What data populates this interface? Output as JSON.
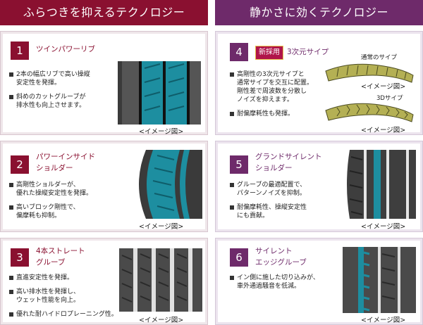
{
  "headers": {
    "left": "ふらつきを抑えるテクノロジー",
    "right": "静かさに効くテクノロジー"
  },
  "cards": [
    {
      "number": "1",
      "title_lines": [
        "ツインパワーリブ"
      ],
      "bullets": [
        [
          "2本の幅広リブで高い操縦",
          "安定性を発揮。"
        ],
        [
          "斜めのカットグルーブが",
          "排水性も向上させます。"
        ]
      ],
      "caption": "<イメージ図>"
    },
    {
      "number": "2",
      "title_lines": [
        "パワーインサイド",
        "ショルダー"
      ],
      "bullets": [
        [
          "高剛性ショルダーが、",
          "優れた操縦安定性を発揮。"
        ],
        [
          "高いブロック剛性で、",
          "偏摩耗も抑制。"
        ]
      ],
      "caption": "<イメージ図>"
    },
    {
      "number": "3",
      "title_lines": [
        "4本ストレート",
        "グルーブ"
      ],
      "bullets": [
        [
          "直進安定性を発揮。"
        ],
        [
          "高い排水性を発揮し、",
          "ウェット性能を向上。"
        ],
        [
          "優れた耐ハイドロプレーニング性。"
        ]
      ],
      "caption": "<イメージ図>"
    },
    {
      "number": "4",
      "badge": "新採用",
      "title_lines": [
        "3次元サイプ"
      ],
      "bullets": [
        [
          "高剛性の3次元サイプと",
          "通常サイプを交互に配置。",
          "剛性差で周波数を分散し",
          "ノイズを抑えます。"
        ],
        [
          "耐偏摩耗性も発揮。"
        ]
      ],
      "label_normal": "通常のサイプ",
      "label_3d": "3Dサイプ",
      "caption_1": "<イメージ図>",
      "caption_2": "<イメージ図>"
    },
    {
      "number": "5",
      "title_lines": [
        "グランドサイレント",
        "ショルダー"
      ],
      "bullets": [
        [
          "グルーブの最適配置で、",
          "パターンノイズを抑制。"
        ],
        [
          "耐偏摩耗性、操縦安定性",
          "にも貢献。"
        ]
      ],
      "caption": "<イメージ図>"
    },
    {
      "number": "6",
      "title_lines": [
        "サイレント",
        "エッジグルーブ"
      ],
      "bullets": [
        [
          "イン側に施した切り込みが、",
          "車外通過騒音を低減。"
        ]
      ],
      "caption": "<イメージ図>"
    }
  ],
  "colors": {
    "left_accent": "#8a1030",
    "right_accent": "#6e2a6a",
    "highlight_teal": "#1d8ea0",
    "sipe_olive": "#b4b054"
  }
}
